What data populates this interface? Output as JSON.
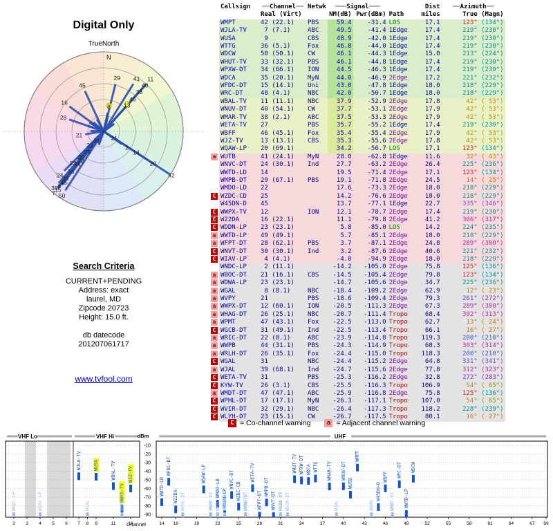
{
  "title": "Digital Only",
  "radar": {
    "true_north_label": "TrueNorth",
    "north_label": "N",
    "spoke_color": "#2a50b0",
    "highlight_dots": [
      [
        "WGAL",
        8
      ],
      [
        "WJZ-TV",
        13
      ]
    ],
    "wedge_colors": [
      "#faeed2",
      "#eff6d0",
      "#def4d4",
      "#d8f2df",
      "#daf0ec",
      "#dde9f8",
      "#e0e0f6",
      "#e9dcf5",
      "#f4d9ef",
      "#f9dae5",
      "#fadcd7",
      "#f9e6d2"
    ]
  },
  "search_criteria": {
    "heading": "Search Criteria",
    "lines": [
      "CURRENT+PENDING",
      "Address: exact",
      "laurel, MD",
      "Zipcode 20723",
      "Height: 15.0 ft."
    ],
    "db_label": "db datecode",
    "db_value": "201207061717",
    "link": "www.tvfool.com"
  },
  "table": {
    "h1": {
      "callsign": "Callsign",
      "channel": "Channel",
      "netwk": "Netwk",
      "signal": "Signal",
      "dist": "Dist",
      "azimuth": "Azimuth"
    },
    "h2": {
      "channel": "Real (Virt)",
      "nm": "NM(dB)",
      "pwr": "Pwr(dBm)",
      "path": "Path",
      "dist": "miles",
      "azimuth": "True (Magn)"
    },
    "row_fields": [
      "callsign",
      "real_channel",
      "virtual_channel",
      "network",
      "nm_db",
      "pwr_dbm",
      "path",
      "dist_miles",
      "azimuth_true",
      "azimuth_magn",
      "tier",
      "warning"
    ],
    "rows": [
      [
        "WMPT",
        42,
        "22.1",
        "PBS",
        59.4,
        -31.4,
        "LOS",
        17.1,
        123,
        134,
        "green",
        ""
      ],
      [
        "WJLA-TV",
        7,
        "7.1",
        "ABC",
        49.5,
        -41.4,
        "1Edge",
        17.4,
        219,
        230,
        "green",
        ""
      ],
      [
        "WUSA",
        9,
        null,
        "CBS",
        48.9,
        -42.0,
        "1Edge",
        17.4,
        219,
        230,
        "green",
        ""
      ],
      [
        "WTTG",
        36,
        "5.1",
        "Fox",
        46.8,
        -44.0,
        "1Edge",
        17.4,
        219,
        230,
        "green",
        ""
      ],
      [
        "WDCW",
        50,
        "50.1",
        "CW",
        46.1,
        -44.3,
        "1Edge",
        15.0,
        213,
        224,
        "green",
        ""
      ],
      [
        "WHUT-TV",
        33,
        "32.1",
        "PBS",
        46.1,
        -44.8,
        "1Edge",
        17.4,
        219,
        230,
        "green",
        ""
      ],
      [
        "WPXW-DT",
        34,
        "66.1",
        "ION",
        44.5,
        -46.3,
        "1Edge",
        17.4,
        219,
        230,
        "green",
        ""
      ],
      [
        "WDCA",
        35,
        "20.1",
        "MyN",
        44.0,
        -46.9,
        "2Edge",
        17.2,
        221,
        232,
        "green",
        ""
      ],
      [
        "WFDC-DT",
        15,
        "14.1",
        "Uni",
        43.0,
        -47.8,
        "1Edge",
        18.0,
        218,
        229,
        "green",
        ""
      ],
      [
        "WRC-DT",
        48,
        "4.1",
        "NBC",
        42.0,
        -50.7,
        "1Edge",
        18.0,
        218,
        229,
        "green",
        ""
      ],
      [
        "WBAL-TV",
        11,
        "11.1",
        "NBC",
        37.9,
        -52.9,
        "2Edge",
        17.8,
        42,
        53,
        "yellow",
        ""
      ],
      [
        "WNUV-DT",
        40,
        "54.1",
        "CW",
        37.7,
        -53.1,
        "2Edge",
        17.9,
        42,
        53,
        "yellow",
        ""
      ],
      [
        "WMAR-TV",
        38,
        "2.1",
        "ABC",
        37.5,
        -53.3,
        "2Edge",
        17.9,
        42,
        53,
        "yellow",
        ""
      ],
      [
        "WETA-TV",
        27,
        null,
        "PBS",
        35.7,
        -55.2,
        "1Edge",
        17.4,
        219,
        230,
        "yellow",
        ""
      ],
      [
        "WBFF",
        46,
        "45.1",
        "Fox",
        35.4,
        -55.4,
        "2Edge",
        17.9,
        42,
        53,
        "yellow",
        ""
      ],
      [
        "WJZ-TV",
        13,
        "13.1",
        "CBS",
        35.3,
        -55.6,
        "2Edge",
        17.8,
        42,
        53,
        "yellow",
        ""
      ],
      [
        "WQAW-LP",
        20,
        "69.1",
        "",
        34.2,
        -56.7,
        "LOS",
        17.1,
        123,
        134,
        "yellow",
        ""
      ],
      [
        "WUTB",
        41,
        "24.1",
        "MyN",
        28.0,
        -62.8,
        "1Edge",
        11.6,
        32,
        43,
        "pink",
        "a"
      ],
      [
        "WNVC-DT",
        24,
        "30.1",
        "Ind",
        27.7,
        -63.2,
        "2Edge",
        26.4,
        225,
        236,
        "pink",
        ""
      ],
      [
        "WWTD-LD",
        14,
        null,
        "",
        19.5,
        -71.4,
        "2Edge",
        17.1,
        123,
        134,
        "pink",
        ""
      ],
      [
        "WMPB-DT",
        29,
        "67.1",
        "PBS",
        19.1,
        -71.8,
        "2Edge",
        24.5,
        14,
        25,
        "pink",
        ""
      ],
      [
        "WMDO-LD",
        22,
        null,
        "",
        17.6,
        -73.3,
        "2Edge",
        18.0,
        218,
        229,
        "pink",
        ""
      ],
      [
        "WZDC-CD",
        25,
        null,
        "",
        14.2,
        -76.6,
        "2Edge",
        18.0,
        218,
        229,
        "pink",
        "C"
      ],
      [
        "W45DN-D",
        45,
        null,
        "",
        13.7,
        -77.1,
        "1Edge",
        22.7,
        335,
        346,
        "pink",
        ""
      ],
      [
        "WWPX-TV",
        12,
        null,
        "ION",
        12.1,
        -78.7,
        "2Edge",
        17.4,
        219,
        230,
        "pink",
        "C"
      ],
      [
        "W22DA",
        16,
        "22.1",
        "",
        11.1,
        -79.8,
        "2Edge",
        41.2,
        306,
        317,
        "pink",
        "C"
      ],
      [
        "WDDN-LP",
        23,
        "23.1",
        "",
        5.8,
        -85.0,
        "LOS",
        14.2,
        224,
        235,
        "pink",
        "C"
      ],
      [
        "WWTD-LP",
        49,
        "49.1",
        "",
        5.7,
        -85.1,
        "2Edge",
        18.0,
        218,
        229,
        "pink",
        "a"
      ],
      [
        "WFPT-DT",
        28,
        "62.1",
        "PBS",
        3.7,
        -87.1,
        "2Edge",
        24.8,
        289,
        300,
        "pink",
        "a"
      ],
      [
        "WNVT-DT",
        30,
        "30.1",
        "Ind",
        3.2,
        -87.6,
        "2Edge",
        40.6,
        221,
        232,
        "pink",
        "C"
      ],
      [
        "WIAV-LP",
        4,
        "4.1",
        "",
        -4.0,
        -94.9,
        "2Edge",
        18.0,
        218,
        229,
        "pink",
        "C"
      ],
      [
        "WNDC-LP",
        2,
        "11.1",
        "",
        -14.2,
        -105.0,
        "2Edge",
        75.8,
        125,
        136,
        "gray",
        ""
      ],
      [
        "WBOC-DT",
        21,
        "16.1",
        "CBS",
        -14.5,
        -105.4,
        "2Edge",
        79.8,
        123,
        134,
        "gray",
        "a"
      ],
      [
        "WDWA-LP",
        23,
        "23.1",
        "",
        -14.7,
        -105.6,
        "2Edge",
        34.7,
        225,
        236,
        "gray",
        "a"
      ],
      [
        "WGAL",
        8,
        "8.1",
        "NBC",
        -18.4,
        -109.2,
        "2Edge",
        62.9,
        12,
        23,
        "gray",
        "a"
      ],
      [
        "WVPY",
        21,
        null,
        "PBS",
        -18.6,
        -109.4,
        "2Edge",
        79.3,
        261,
        272,
        "gray",
        "a"
      ],
      [
        "WWPX-DT",
        12,
        "60.1",
        "ION",
        -20.5,
        -111.3,
        "2Edge",
        67.3,
        289,
        300,
        "gray",
        "a"
      ],
      [
        "WHAG-DT",
        26,
        "25.1",
        "NBC",
        -20.7,
        -111.4,
        "Tropo",
        68.4,
        302,
        313,
        "gray",
        "a"
      ],
      [
        "WPMT",
        47,
        "43.1",
        "Fox",
        -22.5,
        -113.0,
        "Tropo",
        62.7,
        13,
        24,
        "gray",
        "a"
      ],
      [
        "WGCB-DT",
        31,
        "49.1",
        "Ind",
        -22.5,
        -113.4,
        "Tropo",
        66.1,
        16,
        27,
        "gray",
        "C"
      ],
      [
        "WRIC-DT",
        22,
        "8.1",
        "ABC",
        -23.9,
        -114.8,
        "Tropo",
        119.3,
        200,
        210,
        "gray",
        "a"
      ],
      [
        "WWPB",
        44,
        "31.1",
        "PBS",
        -24.3,
        -114.9,
        "Tropo",
        68.3,
        303,
        314,
        "gray",
        "a"
      ],
      [
        "WRLH-DT",
        26,
        "35.1",
        "Fox",
        -24.4,
        -115.0,
        "Tropo",
        118.3,
        200,
        210,
        "gray",
        "a"
      ],
      [
        "WGAL",
        31,
        null,
        "NBC",
        -24.4,
        -115.2,
        "2Edge",
        64.8,
        331,
        341,
        "gray",
        "C"
      ],
      [
        "WJAL",
        39,
        "68.1",
        "Ind",
        -24.7,
        -115.6,
        "2Edge",
        77.8,
        312,
        323,
        "gray",
        "a"
      ],
      [
        "WETA-TV",
        31,
        null,
        "PBS",
        -25.3,
        -116.2,
        "2Edge",
        32.8,
        272,
        283,
        "gray",
        "C"
      ],
      [
        "KYW-TV",
        26,
        "3.1",
        "CBS",
        -25.5,
        -116.3,
        "Tropo",
        106.9,
        54,
        65,
        "gray",
        "C"
      ],
      [
        "WMDT-DT",
        47,
        "47.1",
        "ABC",
        -25.9,
        -116.8,
        "2Edge",
        75.8,
        125,
        136,
        "gray",
        "a"
      ],
      [
        "WPHL-DT",
        17,
        "17.1",
        "MyN",
        -26.3,
        -117.1,
        "Tropo",
        107.0,
        54,
        65,
        "gray",
        "C"
      ],
      [
        "WVIR-DT",
        32,
        "29.1",
        "NBC",
        -26.4,
        -117.3,
        "Tropo",
        118.2,
        228,
        239,
        "gray",
        "C"
      ],
      [
        "WLYH-DT",
        23,
        "15.1",
        "CW",
        -26.7,
        -117.5,
        "Tropo",
        80.1,
        16,
        27,
        "gray",
        "C"
      ]
    ]
  },
  "legend": {
    "c_symbol": "C",
    "c_text": "= Co-channel warning",
    "a_symbol": "a",
    "a_text": "= Adjacent channel warning"
  },
  "bottom_chart": {
    "dbm_label": "dBm",
    "channel_label": "Channel",
    "bands": [
      "VHF Lo",
      "VHF Hi",
      "UHF"
    ],
    "dbm_ticks": [
      -10,
      -20,
      -30,
      -40,
      -50,
      -60,
      -70,
      -80,
      -90
    ],
    "vhf_channels": [
      2,
      3,
      4,
      5,
      6,
      7,
      8,
      9,
      11,
      13
    ],
    "uhf_ticks": [
      14,
      16,
      19,
      22,
      25,
      28,
      31,
      34,
      37,
      40,
      43,
      46,
      49,
      52,
      55,
      58,
      61,
      64,
      67,
      69
    ],
    "highlighted": [
      "WUSA",
      "WJZ-TV",
      "WWPX-TV"
    ],
    "bar_color": "#1156c8",
    "weak_color": "#9abfe8"
  },
  "chart_data": [
    {
      "type": "scatter",
      "title": "Digital Only azimuth radar",
      "note": "one spoke per station; angle = azimuth_true, length scaled from nm_db; labels are real channel numbers; data points live in table.rows"
    },
    {
      "type": "bar",
      "title": "Signal power by RF channel",
      "xlabel": "Channel",
      "ylabel": "dBm",
      "ylim": [
        -90,
        -10
      ],
      "bands": [
        "VHF Lo",
        "VHF Hi",
        "UHF"
      ],
      "note": "x = real_channel, y = pwr_dbm, label = callsign; data points live in table.rows"
    }
  ],
  "colors": {
    "path": {
      "LOS": "#008a00",
      "1Edge": "#0000e0",
      "2Edge": "#8800c0",
      "Tropo": "#d00000"
    },
    "callsign": "#0000cc",
    "numeric": "#00009c"
  }
}
